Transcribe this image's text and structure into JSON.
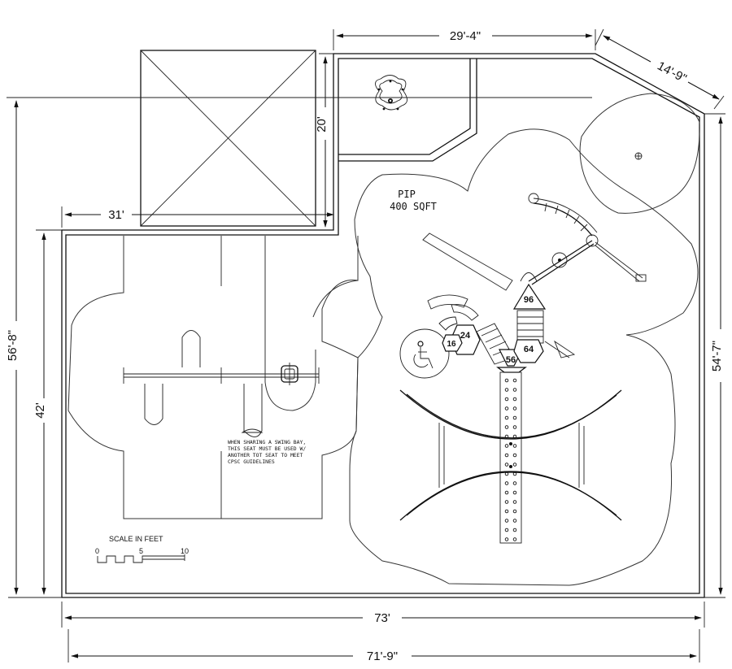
{
  "dimensions": {
    "top_width": "29'-4\"",
    "diagonal": "14'-9\"",
    "storage_depth": "20'",
    "left_offset": "31'",
    "overall_left": "56'-8\"",
    "left_inner": "42'",
    "overall_right": "54'-7\"",
    "bottom_inner": "73'",
    "bottom_overall": "71'-9\""
  },
  "labels": {
    "pip_line1": "PIP",
    "pip_line2": "400 SQFT",
    "swing_note_line1": "WHEN SHARING A SWING BAY,",
    "swing_note_line2": "THIS SEAT MUST BE USED W/",
    "swing_note_line3": "ANOTHER TOT SEAT TO MEET",
    "swing_note_line4": "CPSC GUIDELINES"
  },
  "deck_heights": [
    "96",
    "24",
    "16",
    "56",
    "64"
  ],
  "scale": {
    "title": "SCALE IN FEET",
    "tick_0": "0",
    "tick_5": "5",
    "tick_10": "10"
  },
  "colors": {
    "line": "#111111",
    "background": "#ffffff"
  }
}
